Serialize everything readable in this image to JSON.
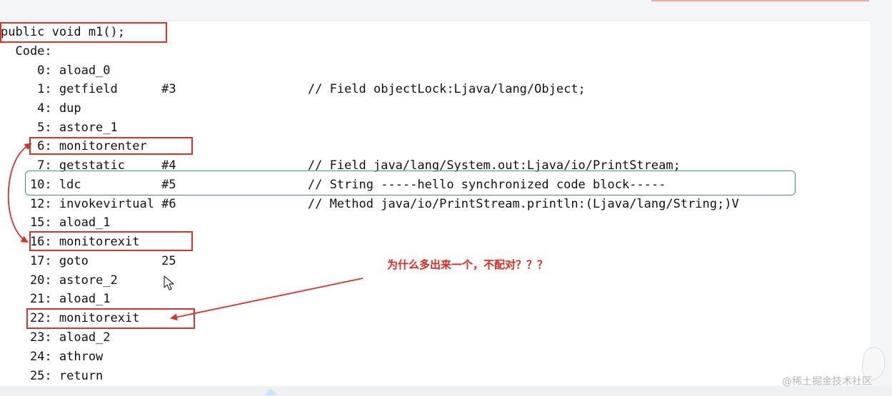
{
  "code": {
    "method_signature": "public void m1();",
    "code_label": "  Code:",
    "instructions": [
      "     0: aload_0",
      "     1: getfield      #3                  // Field objectLock:Ljava/lang/Object;",
      "     4: dup",
      "     5: astore_1",
      "     6: monitorenter",
      "     7: getstatic     #4                  // Field java/lang/System.out:Ljava/io/PrintStream;",
      "    10: ldc           #5                  // String -----hello synchronized code block-----",
      "    12: invokevirtual #6                  // Method java/io/PrintStream.println:(Ljava/lang/String;)V",
      "    15: aload_1",
      "    16: monitorexit",
      "    17: goto          25",
      "    20: astore_2",
      "    21: aload_1",
      "    22: monitorexit",
      "    23: aload_2",
      "    24: athrow",
      "    25: return"
    ]
  },
  "annotation": {
    "text": "为什么多出来一个，不配对？？？"
  },
  "watermark": {
    "text": "@稀土掘金技术社区"
  },
  "colors": {
    "highlight_red": "#d9322b",
    "highlight_green": "#3aa06a",
    "annotation_red": "#e0261e"
  },
  "icons": {
    "cursor": "mouse-pointer-icon",
    "pair_arrow": "curved-double-arrow-icon",
    "pointer_arrow": "annotation-arrow-icon"
  }
}
